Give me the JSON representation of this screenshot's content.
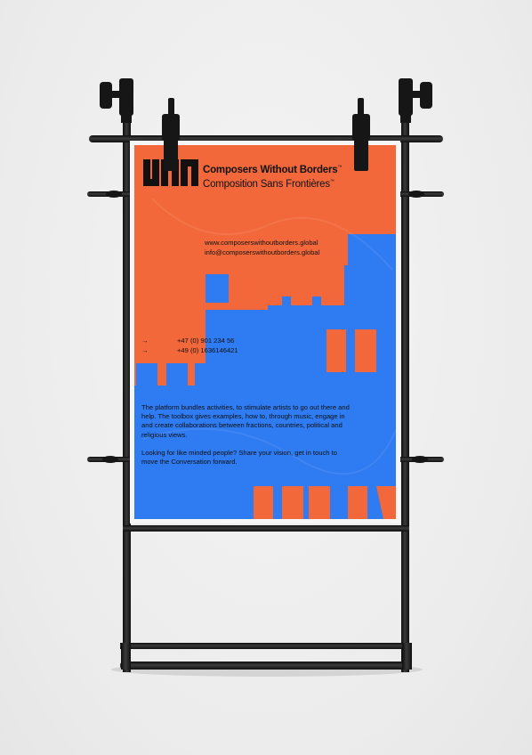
{
  "poster": {
    "brand_line1": "Composers Without Borders",
    "brand_line2": "Composition Sans Frontières",
    "trademark": "™",
    "website": "www.composerswithoutborders.global",
    "email": "info@composerswithoutborders.global",
    "phone_arrow": "→",
    "phones": [
      "+47 (0) 901 234 56",
      "+49 (0) 1636146421"
    ],
    "paragraph1": "The platform bundles activities, to stimulate artists to go out there and help. The toolbox gives examples, how to, through music, engage in and create collaborations between fractions, countries, political and religious views.",
    "paragraph2": "Looking for like minded people? Share your vision, get in touch to move the Conversation forward."
  },
  "colors": {
    "orange": "#f3683a",
    "blue": "#2f7bf2",
    "frame": "#1b1b1b",
    "background": "#ececec"
  }
}
